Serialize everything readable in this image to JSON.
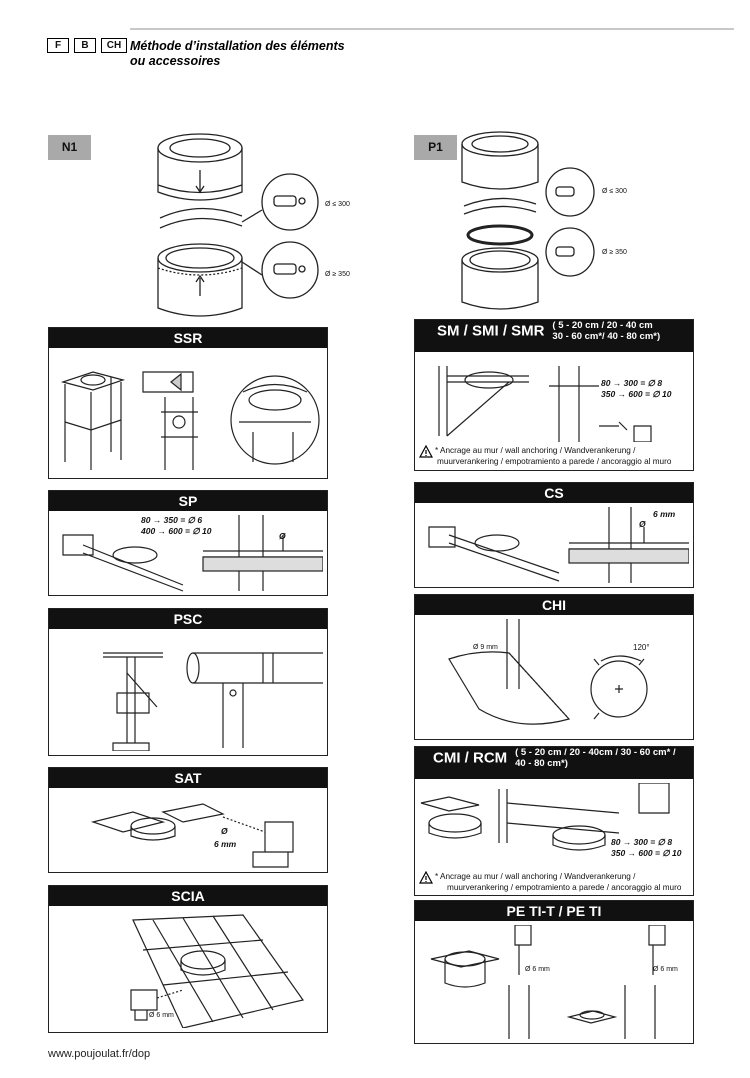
{
  "header": {
    "lang_codes": [
      "F",
      "B",
      "CH"
    ],
    "title_line1": "Méthode d’installation des éléments",
    "title_line2": "ou accessoires"
  },
  "tags": {
    "left": "N1",
    "right": "P1"
  },
  "n1": {
    "small_diam": "Ø ≤ 300",
    "large_diam": "Ø ≥ 350"
  },
  "p1": {
    "small_diam": "Ø ≤ 300",
    "large_diam": "Ø ≥ 350"
  },
  "panels": {
    "ssr": {
      "title": "SSR"
    },
    "sp": {
      "title": "SP",
      "spec_line1": "80 → 350 = ∅ 6",
      "spec_line2": "400 → 600 = ∅ 10",
      "diam_mark": "Ø"
    },
    "psc": {
      "title": "PSC"
    },
    "sat": {
      "title": "SAT",
      "drill_diam": "Ø",
      "drill_size": "6 mm"
    },
    "scia": {
      "title": "SCIA",
      "drill_label": "Ø 6 mm"
    },
    "sm": {
      "title": "SM / SMI / SMR",
      "sub_line1": "( 5 - 20 cm / 20 - 40 cm",
      "sub_line2": "30 - 60 cm*/ 40 - 80 cm*)",
      "spec_line1": "80 → 300 = ∅ 8",
      "spec_line2": "350 → 600 = ∅ 10",
      "warn_line1": "* Ancrage au mur / wall anchoring / Wandverankerung /",
      "warn_line2": "muurverankering / empotramiento a parede / ancoraggio al muro"
    },
    "cs": {
      "title": "CS",
      "size": "6 mm",
      "diam_mark": "Ø"
    },
    "chi": {
      "title": "CHI",
      "diam_label": "Ø 9 mm",
      "angle": "120°"
    },
    "cmi": {
      "title": "CMI  / RCM",
      "sub_line1": "( 5 - 20 cm / 20 - 40cm / 30 - 60 cm* /",
      "sub_line2": "40 - 80 cm*)",
      "spec_line1": "80 → 300 = ∅ 8",
      "spec_line2": "350 → 600 = ∅ 10",
      "warn_line1": "* Ancrage au mur / wall anchoring / Wandverankerung /",
      "warn_line2": "muurverankering / empotramiento a parede / ancoraggio al muro"
    },
    "peti": {
      "title": "PE TI-T / PE TI",
      "drill_left": "Ø  6 mm",
      "drill_right": "Ø  6 mm"
    }
  },
  "footer": {
    "url": "www.poujoulat.fr/dop"
  }
}
